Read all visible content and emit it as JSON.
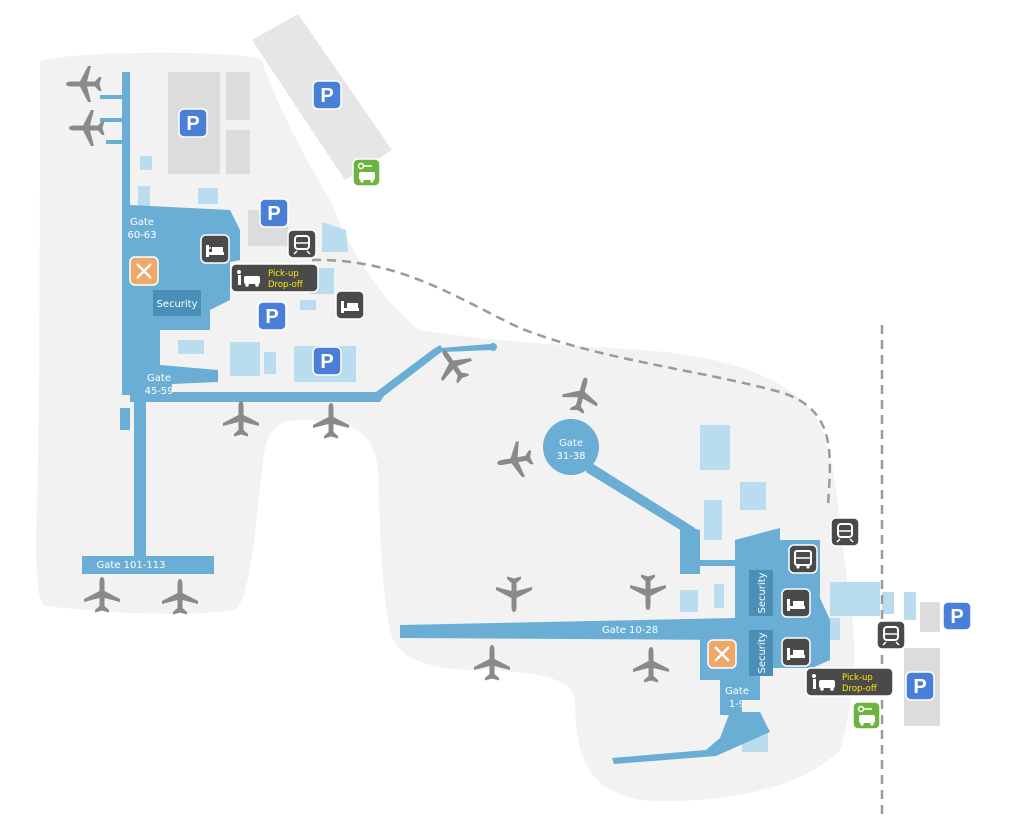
{
  "map": {
    "gates": {
      "g60": [
        "Gate",
        "60-63"
      ],
      "g45": [
        "Gate",
        "45-59"
      ],
      "g101": "Gate 101-113",
      "g31": [
        "Gate",
        "31-38"
      ],
      "g10": "Gate 10-28",
      "g1": [
        "Gate",
        "1-9"
      ]
    },
    "security_label": "Security",
    "pickup_label": [
      "Pick-up",
      "Drop-off"
    ],
    "parking_letter": "P",
    "colors": {
      "terminal": "#6aaed6",
      "terminal_dark": "#4a8fb8",
      "airport_ground": "#f2f2f2",
      "parking_lot": "#dcdcdc",
      "light_blue": "#b9dcef",
      "parking_badge": "#4a7fd8",
      "service_badge": "#4a4a4a",
      "food_badge": "#f0a868",
      "rental_badge": "#6db33f",
      "route_dash": "#9a9a9a",
      "pickup_text": "#ffe800"
    },
    "icons": [
      "airplane-icon",
      "parking-icon",
      "train-icon",
      "bus-icon",
      "hotel-bed-icon",
      "restaurant-icon",
      "pickup-car-icon",
      "car-rental-icon"
    ]
  }
}
